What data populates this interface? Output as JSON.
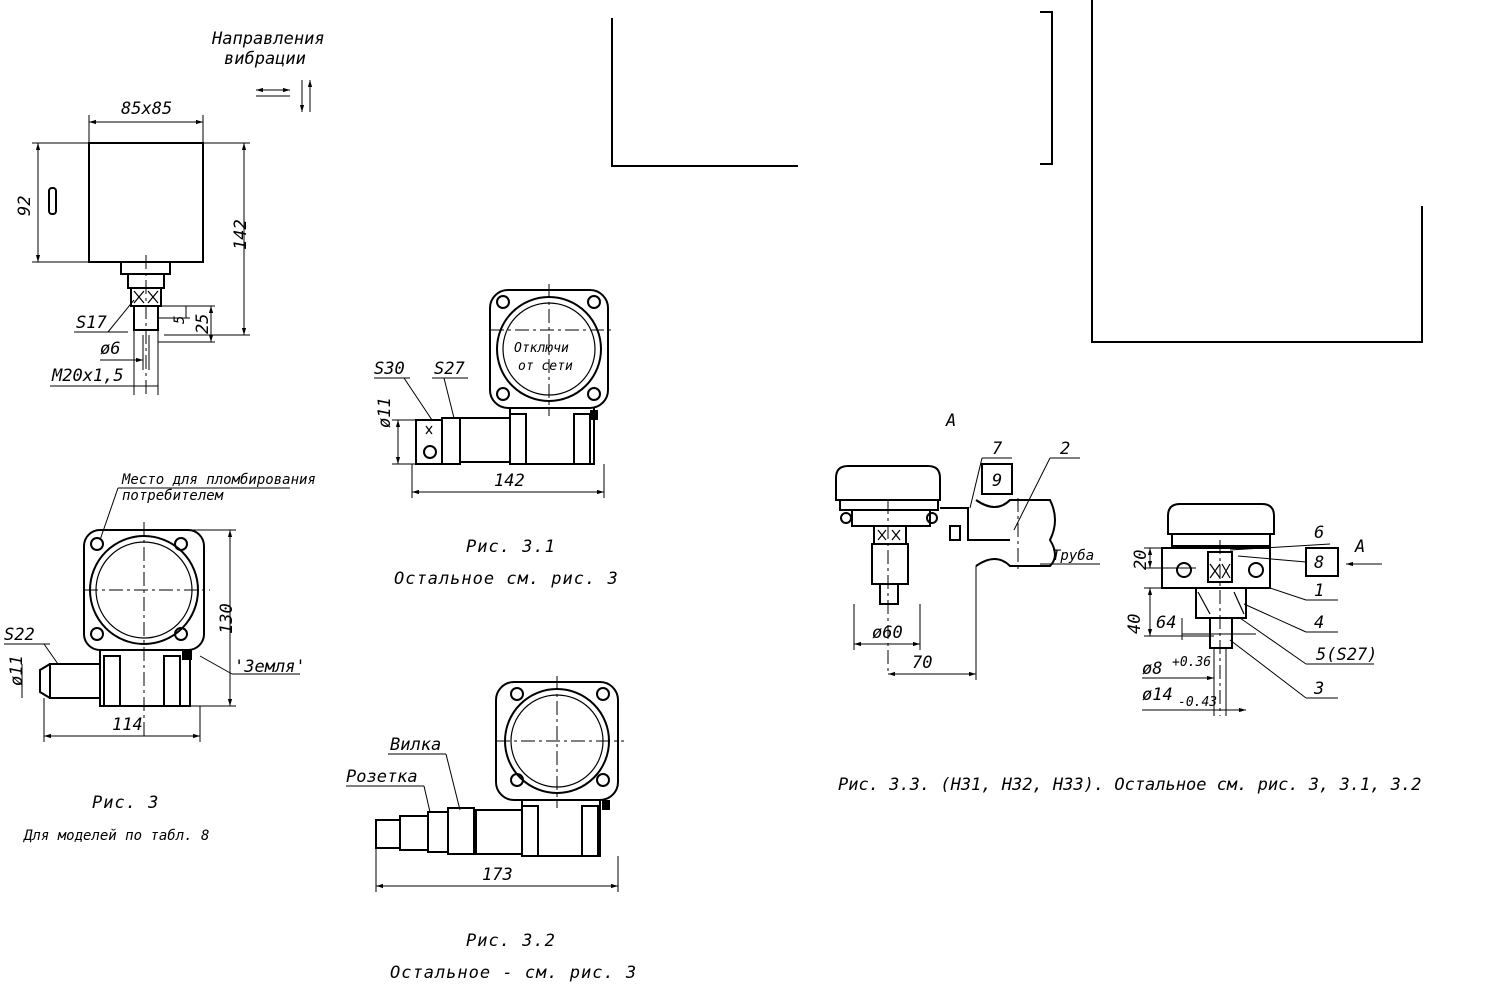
{
  "fig_top_left": {
    "vibration_label_1": "Направления",
    "vibration_label_2": "вибрации",
    "dim_width": "85x85",
    "dim_height": "92",
    "dim_total": "142",
    "dim_s17": "S17",
    "dim_5": "5",
    "dim_25": "25",
    "dim_d6": "ø6",
    "dim_thread": "M20x1,5"
  },
  "fig3": {
    "seal_label_1": "Место для пломбирования",
    "seal_label_2": "потребителем",
    "dim_s22": "S22",
    "dim_d11": "ø11",
    "dim_130": "130",
    "dim_114": "114",
    "ground_label": "'Земля'",
    "caption_1": "Рис. 3",
    "caption_2": "Для моделей по табл. 8"
  },
  "fig31": {
    "dim_s30": "S30",
    "dim_s27": "S27",
    "dim_d11": "ø11",
    "dim_142": "142",
    "cover_text_1": "Отключи",
    "cover_text_2": "от сети",
    "caption_1": "Рис. 3.1",
    "caption_2": "Остальное   см. рис. 3"
  },
  "fig32": {
    "plug_label": "Вилка",
    "socket_label": "Розетка",
    "dim_173": "173",
    "caption_1": "Рис. 3.2",
    "caption_2": "Остальное - см. рис. 3"
  },
  "fig33": {
    "view_label": "А",
    "view_label_right": "А",
    "pos_7": "7",
    "pos_2": "2",
    "pos_9": "9",
    "pipe_label": "Труба",
    "dim_d60": "ø60",
    "dim_70": "70",
    "pos_6": "6",
    "pos_8": "8",
    "pos_1": "1",
    "pos_4": "4",
    "pos_5": "5(S27)",
    "pos_3": "3",
    "dim_20": "20",
    "dim_40": "40",
    "dim_64": "64",
    "dim_d8": "ø8",
    "dim_d8_tol": "+0.36",
    "dim_d14": "ø14",
    "dim_d14_tol": "-0.43",
    "caption": "Рис. 3.3. (Н31, Н32, Н33). Остальное см. рис. 3, 3.1, 3.2"
  }
}
